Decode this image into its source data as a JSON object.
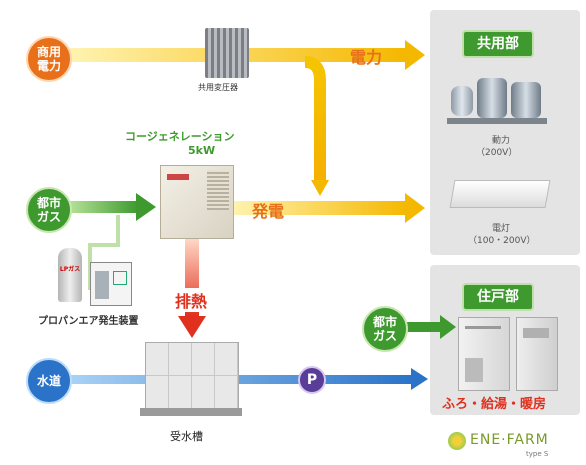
{
  "sources": {
    "commercial_power": "商用\n電力",
    "city_gas_left": "都市\nガス",
    "water": "水道",
    "city_gas_right": "都市\nガス"
  },
  "flows": {
    "power": "電力",
    "generation": "発電",
    "exhaust_heat": "排熱"
  },
  "equipment": {
    "transformer": "共用変圧器",
    "cogeneration_title": "コージェネレーション",
    "cogeneration_capacity": "5kW",
    "propane_system": "プロパンエア発生装置",
    "lp_gas": "LPガス",
    "water_tank": "受水槽",
    "pump": "P"
  },
  "common_area": {
    "title": "共用部",
    "power_label": "動力",
    "power_voltage": "（200V）",
    "light_label": "電灯",
    "light_voltage": "（100・200V）"
  },
  "residence": {
    "title": "住戸部",
    "uses": "ふろ・給湯・暖房"
  },
  "logo": {
    "name": "ENE·FARM",
    "type": "type S"
  },
  "colors": {
    "orange": "#e8701a",
    "green": "#3e9a2e",
    "blue": "#2a73c9",
    "yellow": "#f5b800",
    "red": "#e0301e"
  }
}
